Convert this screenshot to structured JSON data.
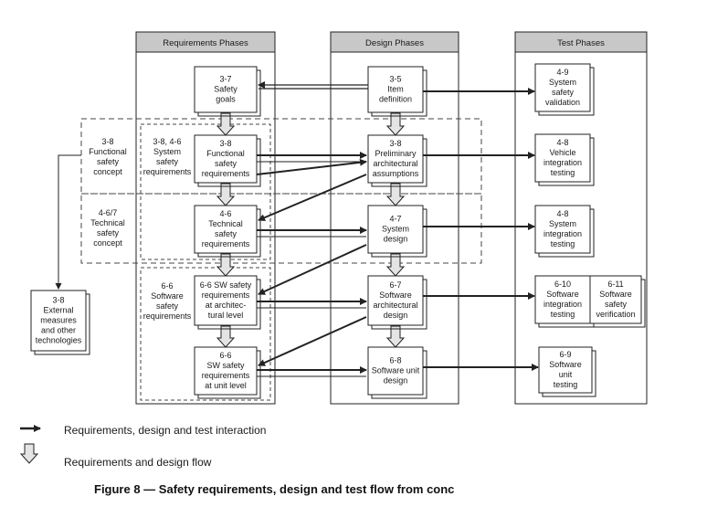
{
  "columns": [
    {
      "id": "req",
      "label": "Requirements Phases"
    },
    {
      "id": "des",
      "label": "Design Phases"
    },
    {
      "id": "tst",
      "label": "Test Phases"
    }
  ],
  "boxes": [
    {
      "id": "safety_goals",
      "lines": [
        "3-7",
        "Safety",
        "goals"
      ]
    },
    {
      "id": "item_def",
      "lines": [
        "3-5",
        "Item",
        "definition"
      ]
    },
    {
      "id": "sys_validation",
      "lines": [
        "4-9",
        "System",
        "safety",
        "validation"
      ]
    },
    {
      "id": "func_req",
      "lines": [
        "3-8",
        "Functional",
        "safety",
        "requirements"
      ]
    },
    {
      "id": "prelim_arch",
      "lines": [
        "3-8",
        "Preliminary",
        "architectural",
        "assumptions"
      ]
    },
    {
      "id": "vehicle_int",
      "lines": [
        "4-8",
        "Vehicle",
        "integration",
        "testing"
      ]
    },
    {
      "id": "tech_req",
      "lines": [
        "4-6",
        "Technical",
        "safety",
        "requirements"
      ]
    },
    {
      "id": "sys_design",
      "lines": [
        "4-7",
        "System",
        "design"
      ]
    },
    {
      "id": "sys_int",
      "lines": [
        "4-8",
        "System",
        "integration",
        "testing"
      ]
    },
    {
      "id": "sw_arch_req",
      "lines": [
        "6-6 SW safety",
        "requirements",
        "at architec-",
        "tural level"
      ]
    },
    {
      "id": "sw_arch_design",
      "lines": [
        "6-7",
        "Software",
        "architectural",
        "design"
      ]
    },
    {
      "id": "sw_int",
      "lines": [
        "6-10",
        "Software",
        "integration",
        "testing"
      ]
    },
    {
      "id": "sw_verif",
      "lines": [
        "6-11",
        "Software",
        "safety",
        "verification"
      ]
    },
    {
      "id": "sw_unit_req",
      "lines": [
        "6-6",
        "SW safety",
        "requirements",
        "at unit level"
      ]
    },
    {
      "id": "sw_unit_design",
      "lines": [
        "6-8",
        "Software unit",
        "design"
      ]
    },
    {
      "id": "sw_unit_test",
      "lines": [
        "6-9",
        "Software",
        "unit",
        "testing"
      ]
    },
    {
      "id": "ext_measures",
      "lines": [
        "3-8",
        "External",
        "measures",
        "and other",
        "technologies"
      ]
    }
  ],
  "side_labels": [
    {
      "id": "fsc",
      "lines": [
        "3-8",
        "Functional",
        "safety",
        "concept"
      ]
    },
    {
      "id": "sys_safety_req",
      "lines": [
        "3-8, 4-6",
        "System",
        "safety",
        "requirements"
      ]
    },
    {
      "id": "tsc",
      "lines": [
        "4-6/7",
        "Technical",
        "safety",
        "concept"
      ]
    },
    {
      "id": "sw_safety_req",
      "lines": [
        "6-6",
        "Software",
        "safety",
        "requirements"
      ]
    }
  ],
  "legend": [
    {
      "id": "interaction",
      "icon": "arrow-right-icon",
      "label": "Requirements, design and test interaction"
    },
    {
      "id": "flow",
      "icon": "arrow-down-icon",
      "label": "Requirements and design flow"
    }
  ],
  "caption": "Figure 8 — Safety requirements, design and test flow from conc",
  "colors": {
    "header_fill": "#c8c8c8",
    "line": "#222222",
    "flow_fill": "#e4e4e4"
  }
}
